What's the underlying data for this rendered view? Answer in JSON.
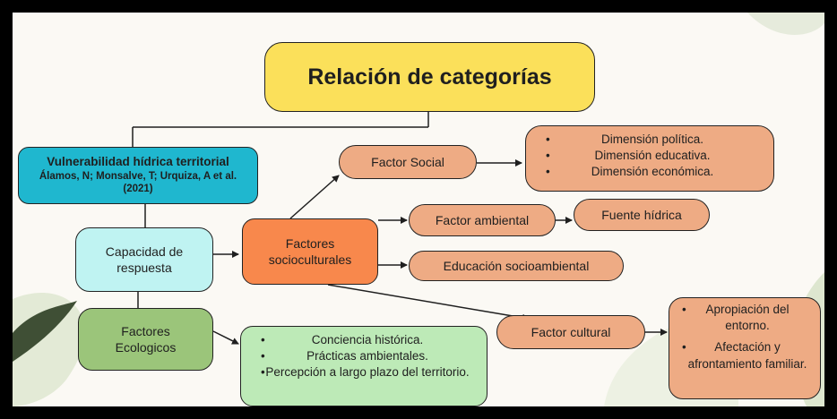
{
  "title": "Relación de categorías",
  "theory": {
    "line1": "Vulnerabilidad hídrica territorial",
    "line2": "Álamos, N; Monsalve, T; Urquiza, A et al.",
    "line3": "(2021)"
  },
  "capacidad": {
    "line1": "Capacidad de",
    "line2": "respuesta"
  },
  "ecologicos": {
    "line1": "Factores",
    "line2": "Ecologicos",
    "items": [
      "Conciencia histórica.",
      "Prácticas ambientales.",
      "Percepción a largo plazo del territorio."
    ]
  },
  "socioculturales": {
    "line1": "Factores",
    "line2": "socioculturales"
  },
  "factor_social": {
    "label": "Factor Social",
    "items": [
      "Dimensión política.",
      "Dimensión educativa.",
      "Dimensión económica."
    ]
  },
  "factor_ambiental": {
    "label": "Factor ambiental",
    "child": "Fuente hídrica"
  },
  "educacion": {
    "label": "Educación socioambiental"
  },
  "factor_cultural": {
    "label": "Factor cultural",
    "items": [
      "Apropiación del entorno.",
      "Afectación y afrontamiento familiar."
    ]
  },
  "colors": {
    "title_fill": "#fbe05a",
    "theory_fill": "#1fb7cf",
    "capacidad_fill": "#bff3f2",
    "ecologicos_fill": "#9bc57a",
    "ecologicos_list_fill": "#bdeab7",
    "socioculturales_fill": "#f8884c",
    "salmon_fill": "#eeab84"
  }
}
